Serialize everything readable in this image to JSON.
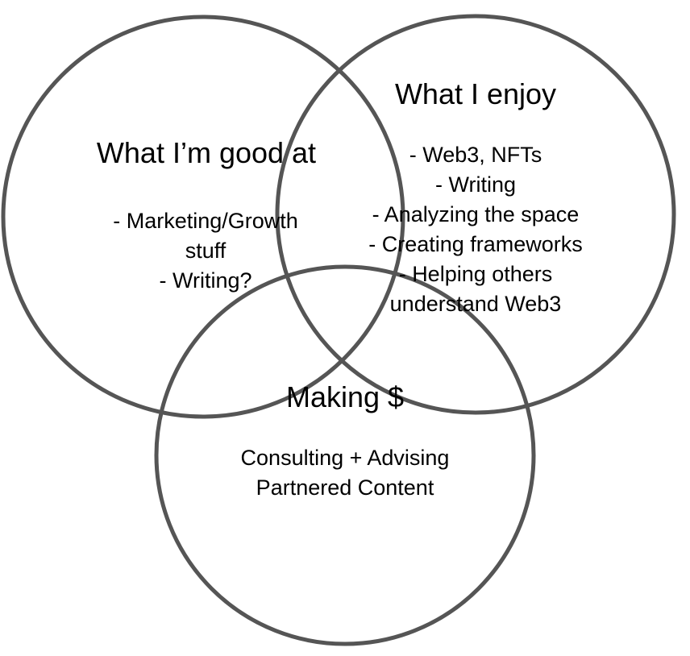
{
  "colors": {
    "circle_stroke": "#555555",
    "text": "#000000",
    "background": "#ffffff"
  },
  "circles": [
    {
      "id": "good",
      "title": "What I’m good at",
      "items": [
        "- Marketing/Growth",
        "stuff",
        "- Writing?"
      ]
    },
    {
      "id": "enjoy",
      "title": "What I enjoy",
      "items": [
        "- Web3, NFTs",
        "- Writing",
        "- Analyzing the space",
        "- Creating frameworks",
        "- Helping others",
        "understand Web3"
      ]
    },
    {
      "id": "money",
      "title": "Making $",
      "items": [
        "Consulting + Advising",
        "Partnered Content"
      ]
    }
  ]
}
